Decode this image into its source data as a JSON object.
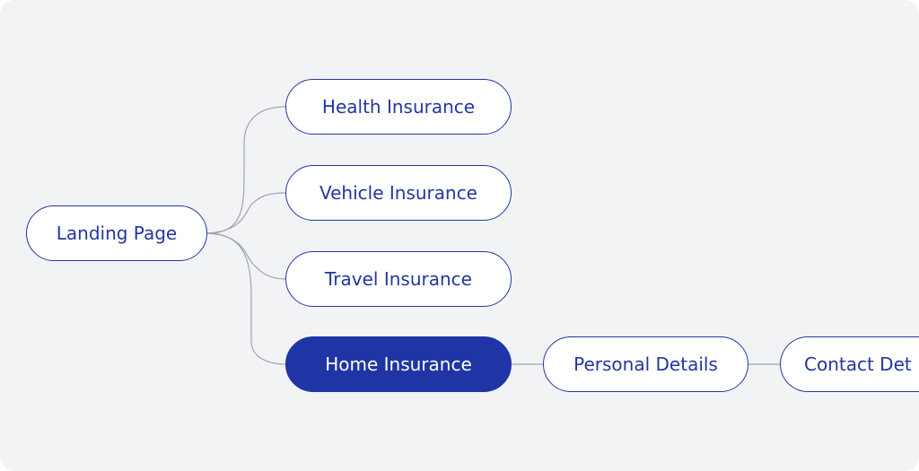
{
  "diagram": {
    "root": {
      "label": "Landing Page"
    },
    "branches": [
      {
        "label": "Health Insurance",
        "selected": false
      },
      {
        "label": "Vehicle Insurance",
        "selected": false
      },
      {
        "label": "Travel Insurance",
        "selected": false
      },
      {
        "label": "Home Insurance",
        "selected": true
      }
    ],
    "flow": [
      {
        "label": "Personal Details"
      },
      {
        "label": "Contact Det"
      }
    ]
  },
  "colors": {
    "background": "#f2f3f5",
    "node_border": "#2336a0",
    "node_text": "#2336a0",
    "node_fill": "#ffffff",
    "selected_fill": "#1f35a5",
    "selected_text": "#ffffff",
    "connector": "#9fa4b2"
  }
}
